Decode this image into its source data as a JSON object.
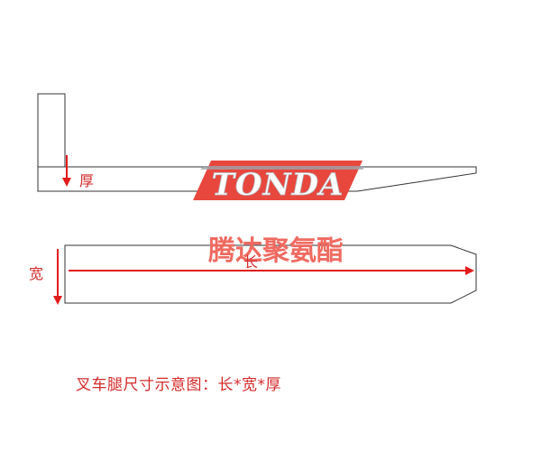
{
  "diagram": {
    "labels": {
      "thickness": "厚",
      "width": "宽",
      "length": "长"
    },
    "watermark": {
      "logo_text": "TONDA",
      "brand_cn": "腾达聚氨酯"
    },
    "caption": "叉车腿尺寸示意图：长*宽*厚",
    "colors": {
      "outline": "#333333",
      "arrow": "#e11b1b",
      "logo_fill": "#e8473e",
      "logo_text": "#ffffff",
      "brand_cn": "#ef6a60"
    }
  }
}
